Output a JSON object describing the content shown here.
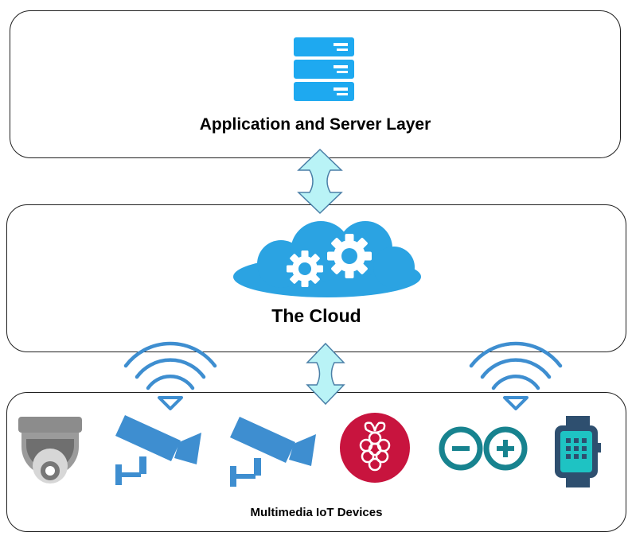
{
  "layers": {
    "application": {
      "label": "Application and Server Layer",
      "icon": "server-rack-icon"
    },
    "cloud": {
      "label": "The Cloud",
      "icon": "cloud-gears-icon"
    },
    "devices": {
      "label": "Multimedia IoT Devices",
      "items": [
        {
          "name": "dome-camera",
          "icon": "dome-camera-icon"
        },
        {
          "name": "security-camera",
          "icon": "cctv-camera-icon"
        },
        {
          "name": "security-camera",
          "icon": "cctv-camera-icon"
        },
        {
          "name": "raspberry-pi",
          "icon": "raspberry-pi-icon"
        },
        {
          "name": "arduino",
          "icon": "arduino-icon"
        },
        {
          "name": "smartwatch",
          "icon": "smartwatch-icon"
        }
      ]
    }
  },
  "connectors": [
    "double-arrow-icon",
    "double-arrow-icon",
    "wifi-icon",
    "wifi-icon"
  ],
  "colors": {
    "accent_blue": "#3e8ed0",
    "cloud_blue": "#2ba3e2",
    "server_blue": "#1ea9f0",
    "arrow_fill": "#b9f3f6",
    "arrow_stroke": "#4a7fa7",
    "raspberry_red": "#c8143e",
    "arduino_teal": "#17838f",
    "watch_navy": "#2e4f6f",
    "dome_gray": "#8c8c8c"
  }
}
